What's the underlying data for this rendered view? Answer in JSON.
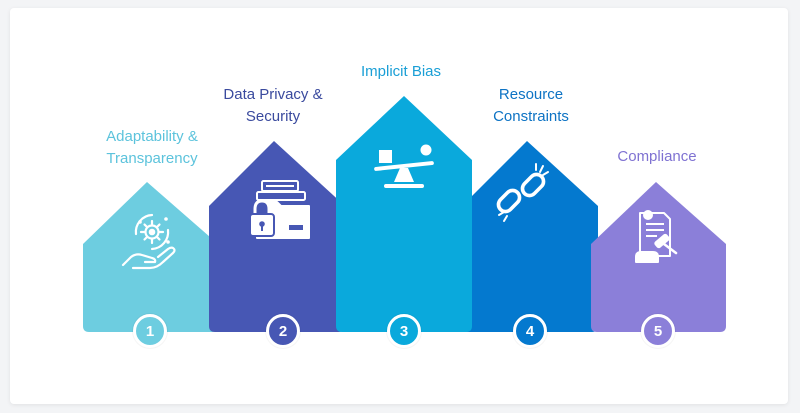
{
  "steps": [
    {
      "label_lines": [
        "Adaptability &",
        "Transparency"
      ],
      "number": "1",
      "color": "#6dcde0",
      "label_color": "#5cc3dc",
      "icon": "gear-hand-icon"
    },
    {
      "label_lines": [
        "Data Privacy &",
        "Security"
      ],
      "number": "2",
      "color": "#4757b4",
      "label_color": "#3a4a9e",
      "icon": "folder-lock-icon"
    },
    {
      "label_lines": [
        "Implicit Bias"
      ],
      "number": "3",
      "color": "#0aa9dc",
      "label_color": "#1a9fd6",
      "icon": "scale-icon"
    },
    {
      "label_lines": [
        "Resource",
        "Constraints"
      ],
      "number": "4",
      "color": "#0479cf",
      "label_color": "#0d73c4",
      "icon": "broken-link-icon"
    },
    {
      "label_lines": [
        "Compliance"
      ],
      "number": "5",
      "color": "#8b7fd9",
      "label_color": "#7f72d2",
      "icon": "legal-document-icon"
    }
  ]
}
